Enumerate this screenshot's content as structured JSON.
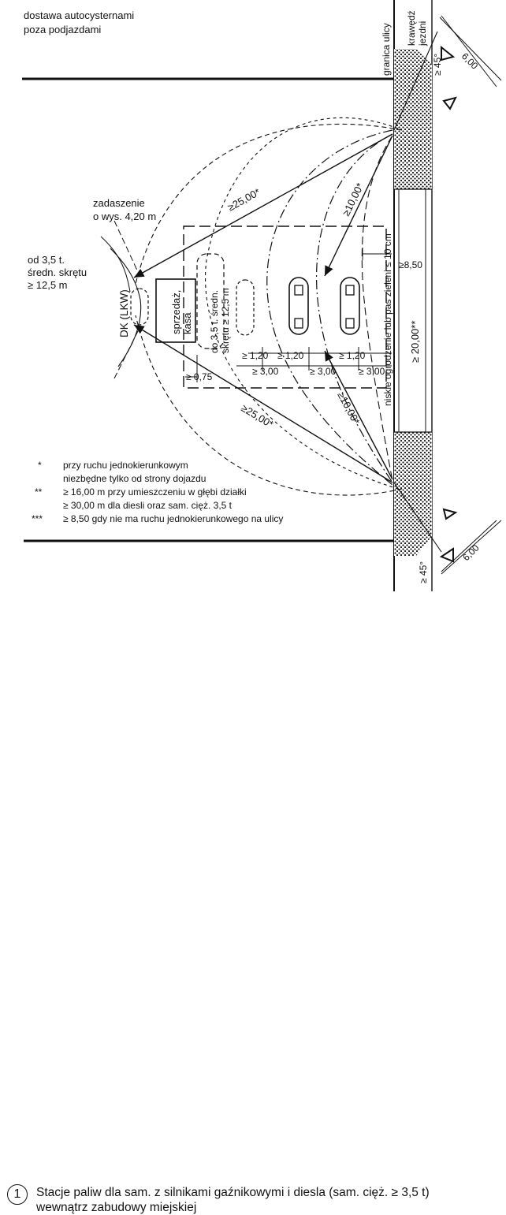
{
  "labels": {
    "top_left_1": "dostawa autocysternami",
    "top_left_2": "poza podjazdami",
    "granica_ulicy": "granica ulicy",
    "krawedz_1": "krawędź",
    "krawedz_2": "jezdni",
    "zadaszenie_1": "zadaszenie",
    "zadaszenie_2": "o wys. 4,20 m",
    "od35_1": "od 3,5 t.",
    "od35_2": "średn. skrętu",
    "od35_3": "≥ 12,5 m",
    "dk": "DK (LKW)",
    "sprzedaz_1": "sprzedaż,",
    "sprzedaz_2": "kasa",
    "do35_1": "do 3,5 t. średn.",
    "do35_2": "skrętu ≥ 12,5 m",
    "ogrodzenie": "niskie ogrodzenie lub pas zieleni ≤ 10 cm",
    "dim_25_top": "≥25,00*",
    "dim_25_bottom": "≥25,00*",
    "dim_10_top": "≥10,00*",
    "dim_10_bottom": "≥10,00*",
    "dim_850": "≥8,50",
    "dim_20": "≥ 20,00**",
    "dim_120_a": "≥ 1,20",
    "dim_120_b": "≥ 1,20",
    "dim_120_c": "≥ 1,20",
    "dim_300_a": "≥ 3,00",
    "dim_300_b": "≥ 3,00",
    "dim_300_c": "≥ 3,00",
    "dim_075": "≥ 0,75",
    "dim_45_top": "≥ 45°",
    "dim_45_bottom": "≥ 45°",
    "dim_600_top": "6,00",
    "dim_600_bottom": "6,00"
  },
  "notes": [
    {
      "mark": "*",
      "text": "przy ruchu jednokierunkowym"
    },
    {
      "mark": "",
      "text": "niezbędne tylko od strony dojazdu"
    },
    {
      "mark": "**",
      "text": "≥ 16,00 m przy umieszczeniu w głębi działki"
    },
    {
      "mark": "",
      "text": "≥ 30,00 m dla diesli oraz sam. cięż. 3,5 t"
    },
    {
      "mark": "***",
      "text": "≥ 8,50 gdy nie ma ruchu jednokierunkowego na ulicy"
    }
  ],
  "caption": {
    "number": "1",
    "line1": "Stacje paliw dla sam. z silnikami gaźnikowymi i diesla (sam. cięż. ≥ 3,5 t)",
    "line2": "wewnątrz zabudowy miejskiej"
  }
}
